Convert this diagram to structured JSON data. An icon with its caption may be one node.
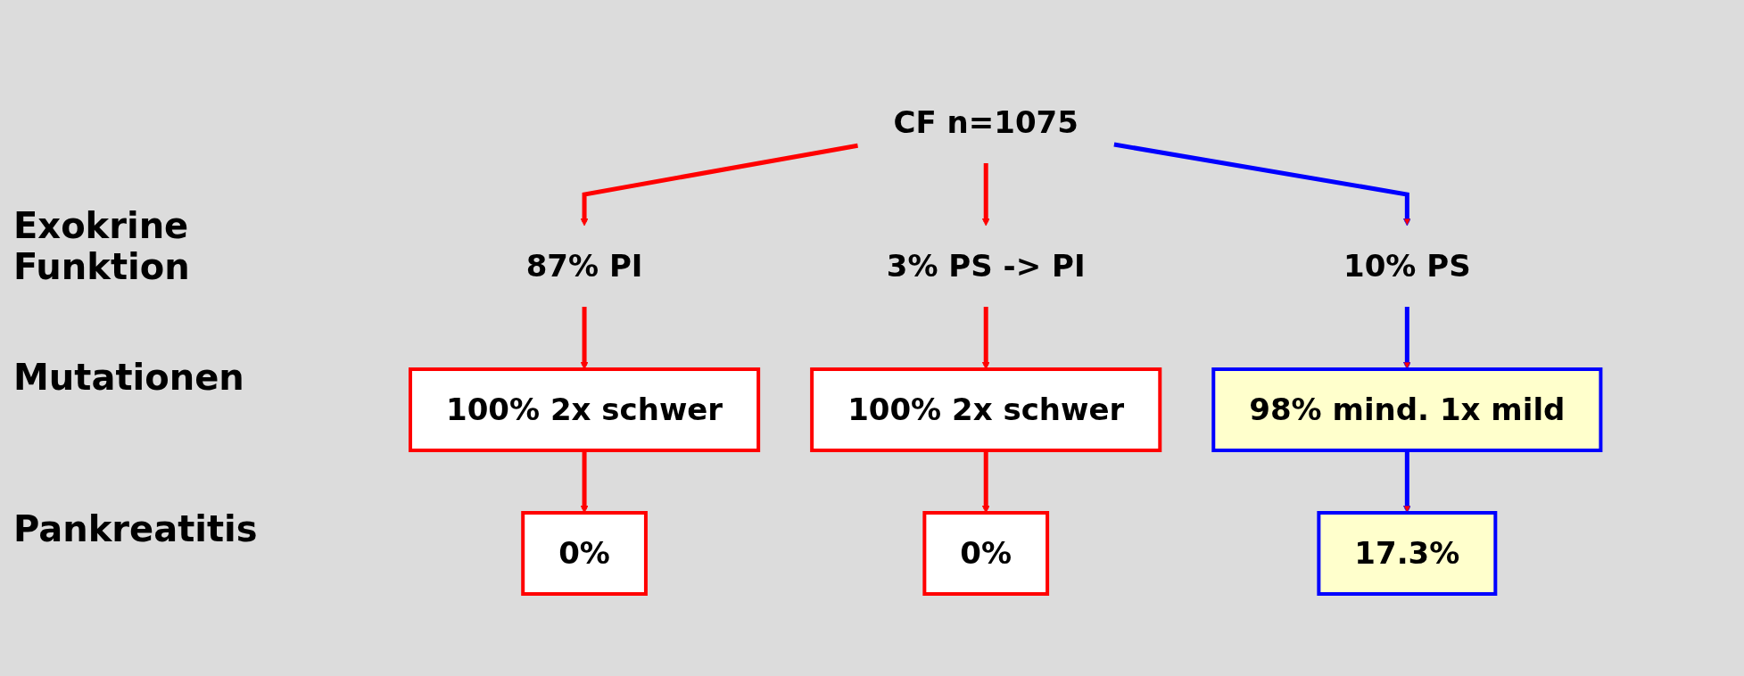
{
  "diagram": {
    "nodes": [
      {
        "text": [
          "CF n=1075"
        ]
      },
      {
        "text": [
          "87% PI"
        ]
      },
      {
        "text": [
          "3% PS -> PI"
        ]
      },
      {
        "text": [
          "10% PS"
        ]
      },
      {
        "text": [
          "100% 2x schwer"
        ]
      },
      {
        "text": [
          "100% 2x schwer"
        ]
      },
      {
        "text": [
          "98% mind. 1x mild"
        ]
      },
      {
        "text": [
          "0%"
        ]
      },
      {
        "text": [
          "0%"
        ]
      },
      {
        "text": [
          "17.3%"
        ]
      }
    ],
    "edges": [
      {
        "from": 0,
        "to": 1,
        "arrow": "to"
      },
      {
        "from": 0,
        "to": 2,
        "arrow": "to"
      },
      {
        "from": 0,
        "to": 3,
        "arrow": "to",
        "color": "#0000ff"
      },
      {
        "from": 1,
        "to": 4,
        "arrow": "to"
      },
      {
        "from": 2,
        "to": 5,
        "arrow": "to"
      },
      {
        "from": 3,
        "to": 6,
        "arrow": "to",
        "color": "#0000ff"
      },
      {
        "from": 4,
        "to": 7,
        "arrow": "to"
      },
      {
        "from": 5,
        "to": 8,
        "arrow": "to"
      },
      {
        "from": 6,
        "to": 9,
        "arrow": "to",
        "color": "#0000ff"
      }
    ],
    "labels": [
      "Exokrine Funktion",
      "Mutationen",
      "Pankreatitis"
    ]
  }
}
